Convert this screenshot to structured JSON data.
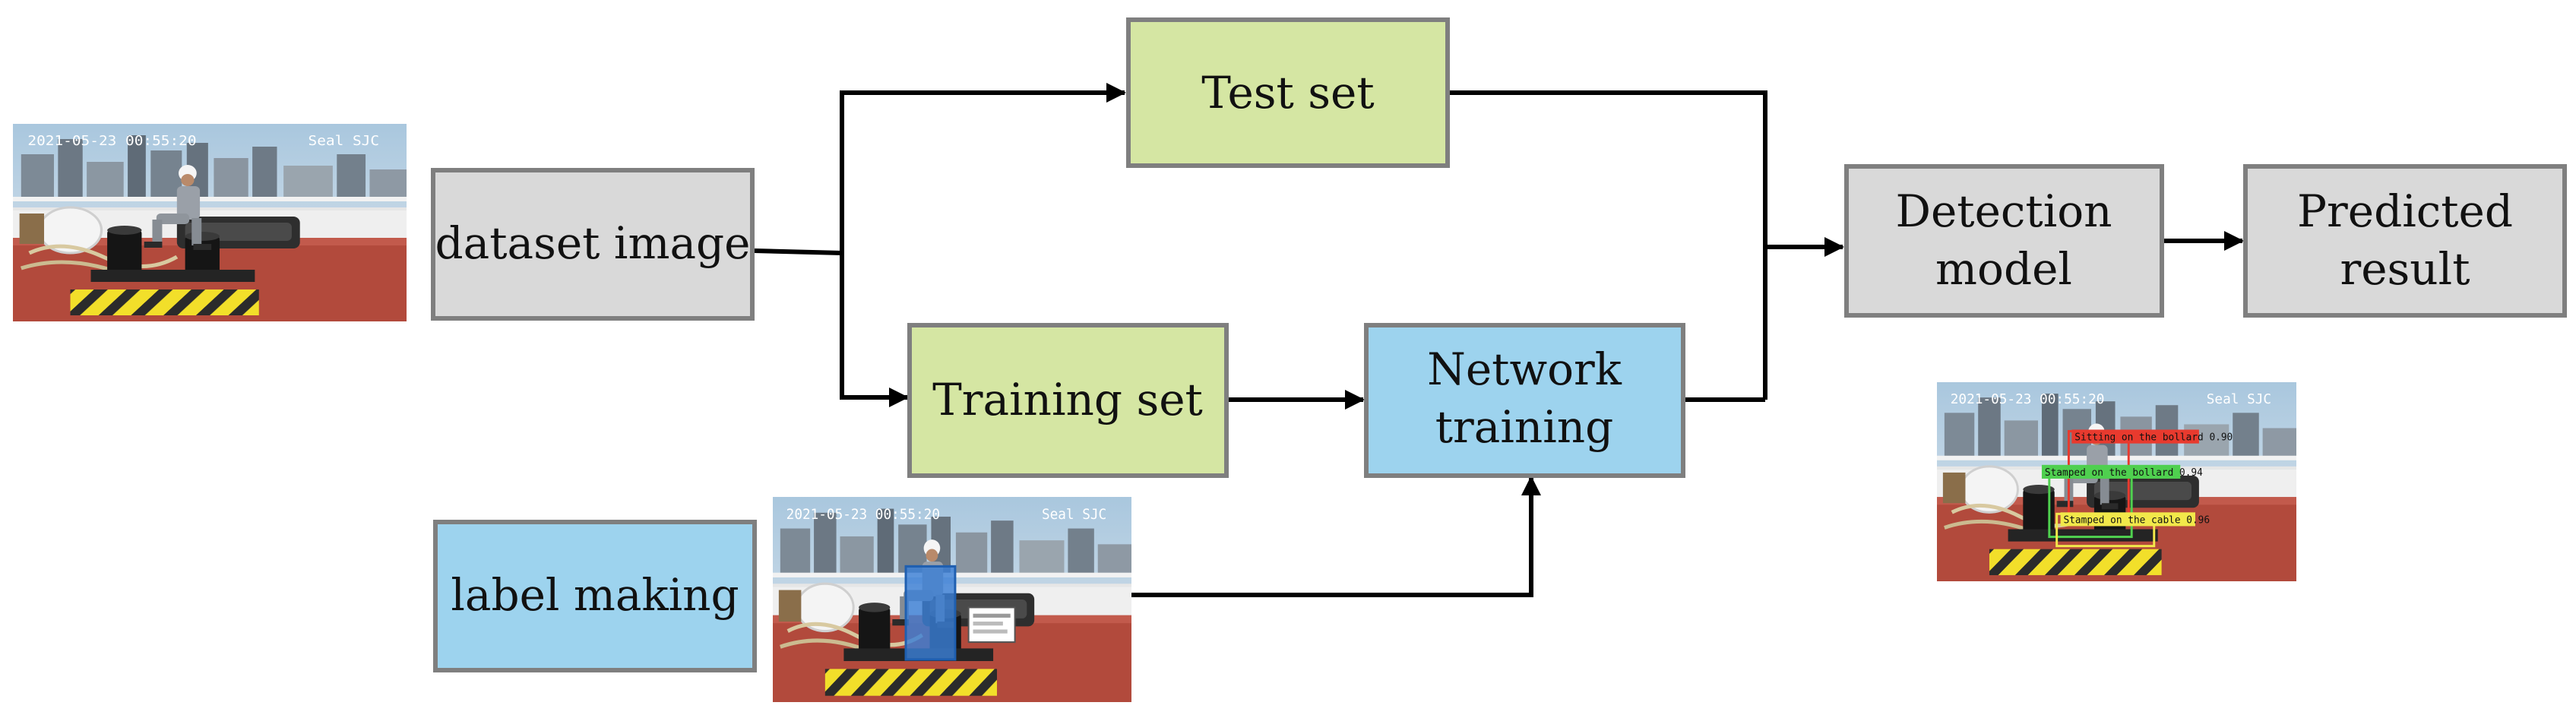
{
  "nodes": {
    "dataset_image": {
      "label": "dataset image"
    },
    "test_set": {
      "label": "Test set"
    },
    "training_set": {
      "label": "Training set"
    },
    "network_training": {
      "label_line1": "Network",
      "label_line2": "training"
    },
    "detection_model": {
      "label_line1": "Detection",
      "label_line2": "model"
    },
    "predicted_result": {
      "label_line1": "Predicted",
      "label_line2": "result"
    },
    "label_making": {
      "label": "label making"
    }
  },
  "photos": {
    "timestamp": "2021-05-23 00:55:20",
    "camera_name": "Seal SJC",
    "detections": [
      "Sitting on the bollard 0.90",
      "Stamped on the bollard 0.94",
      "Stamped on the cable 0.96"
    ]
  },
  "colors": {
    "gray_box": "#d9d9d9",
    "green_box": "#d5e6a3",
    "blue_box": "#9dd3ee",
    "border": "#7f7f7f",
    "arrow": "#000000",
    "detection_red": "#e83a2e",
    "detection_green": "#4fd04f",
    "detection_yellow": "#f2e84a"
  }
}
